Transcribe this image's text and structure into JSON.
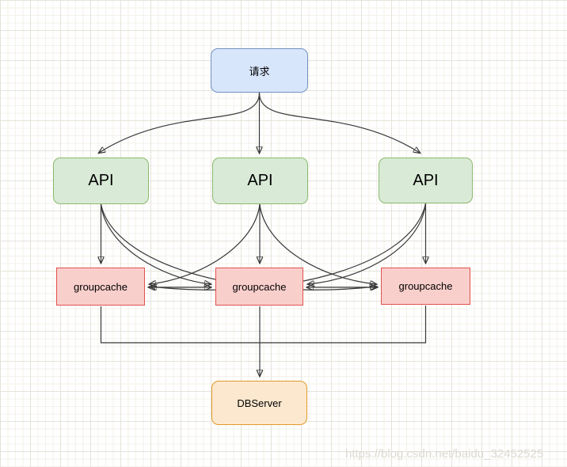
{
  "diagram": {
    "nodes": {
      "request": {
        "label": "请求"
      },
      "api_left": {
        "label": "API"
      },
      "api_middle": {
        "label": "API"
      },
      "api_right": {
        "label": "API"
      },
      "groupcache_left": {
        "label": "groupcache"
      },
      "groupcache_middle": {
        "label": "groupcache"
      },
      "groupcache_right": {
        "label": "groupcache"
      },
      "dbserver": {
        "label": "DBServer"
      }
    },
    "edges": [
      {
        "from": "request",
        "to": "api_middle",
        "style": "straight-arrow"
      },
      {
        "from": "request",
        "to": "api_left",
        "style": "curved-arrow"
      },
      {
        "from": "request",
        "to": "api_right",
        "style": "curved-arrow"
      },
      {
        "from": "api_left",
        "to": "groupcache_left",
        "style": "straight-arrow"
      },
      {
        "from": "api_middle",
        "to": "groupcache_middle",
        "style": "straight-arrow"
      },
      {
        "from": "api_right",
        "to": "groupcache_right",
        "style": "straight-arrow"
      },
      {
        "from": "api_left",
        "to": "groupcache_middle",
        "style": "curved-arrow"
      },
      {
        "from": "api_left",
        "to": "groupcache_right",
        "style": "curved-arrow"
      },
      {
        "from": "api_middle",
        "to": "groupcache_left",
        "style": "curved-arrow"
      },
      {
        "from": "api_middle",
        "to": "groupcache_right",
        "style": "curved-arrow"
      },
      {
        "from": "api_right",
        "to": "groupcache_left",
        "style": "curved-arrow"
      },
      {
        "from": "api_right",
        "to": "groupcache_middle",
        "style": "curved-arrow"
      },
      {
        "from": "groupcache_left",
        "to": "groupcache_middle",
        "style": "double-arrow"
      },
      {
        "from": "groupcache_middle",
        "to": "groupcache_right",
        "style": "double-arrow"
      },
      {
        "from": "groupcache_left",
        "to": "groupcache_right",
        "style": "orthogonal-line"
      },
      {
        "from": "groupcache_middle",
        "to": "dbserver",
        "style": "straight-arrow"
      }
    ]
  },
  "watermark": {
    "text": "https://blog.csdn.net/baidu_32452525"
  },
  "colors": {
    "node-blue-fill": "#d7e6fb",
    "node-blue-stroke": "#7091c1",
    "node-green-fill": "#d9ead7",
    "node-green-stroke": "#8cba6e",
    "node-red-fill": "#f9cfcc",
    "node-red-stroke": "#e0524c",
    "node-orange-fill": "#fce8cf",
    "node-orange-stroke": "#e09a26",
    "edge": "#383838",
    "grid-minor": "#f3f1ea",
    "grid-major": "#e5e3da",
    "watermark": "#dcdad2"
  }
}
